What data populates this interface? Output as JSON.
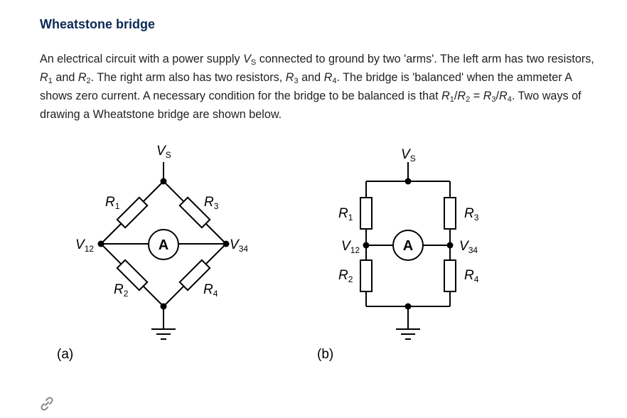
{
  "title": "Wheatstone bridge",
  "desc": {
    "t1": "An electrical circuit with a power supply ",
    "vs_sym": "V",
    "vs_sub": "S",
    "t2": " connected to ground by two 'arms'. The left arm has two resistors, ",
    "r1": "R",
    "r1_sub": "1",
    "and1": " and ",
    "r2": "R",
    "r2_sub": "2",
    "t3": ". The right arm also has two resistors, ",
    "r3": "R",
    "r3_sub": "3",
    "and2": " and ",
    "r4": "R",
    "r4_sub": "4",
    "t4": ". The bridge is 'balanced' when the ammeter A shows zero current. A necessary condition for the bridge to be balanced is that ",
    "c_r1": "R",
    "c_r1_sub": "1",
    "slash1": "/",
    "c_r2": "R",
    "c_r2_sub": "2",
    "eq": " = ",
    "c_r3": "R",
    "c_r3_sub": "3",
    "slash2": "/",
    "c_r4": "R",
    "c_r4_sub": "4",
    "t5": ". Two ways of drawing a Wheatstone bridge are shown below."
  },
  "diagram_a": {
    "caption": "(a)",
    "vs": {
      "sym": "V",
      "sub": "S"
    },
    "r1": {
      "sym": "R",
      "sub": "1"
    },
    "r2": {
      "sym": "R",
      "sub": "2"
    },
    "r3": {
      "sym": "R",
      "sub": "3"
    },
    "r4": {
      "sym": "R",
      "sub": "4"
    },
    "v12": {
      "sym": "V",
      "sub": "12"
    },
    "v34": {
      "sym": "V",
      "sub": "34"
    },
    "ammeter": "A"
  },
  "diagram_b": {
    "caption": "(b)",
    "vs": {
      "sym": "V",
      "sub": "S"
    },
    "r1": {
      "sym": "R",
      "sub": "1"
    },
    "r2": {
      "sym": "R",
      "sub": "2"
    },
    "r3": {
      "sym": "R",
      "sub": "3"
    },
    "r4": {
      "sym": "R",
      "sub": "4"
    },
    "v12": {
      "sym": "V",
      "sub": "12"
    },
    "v34": {
      "sym": "V",
      "sub": "34"
    },
    "ammeter": "A"
  },
  "icons": {
    "permalink": "link-icon"
  }
}
